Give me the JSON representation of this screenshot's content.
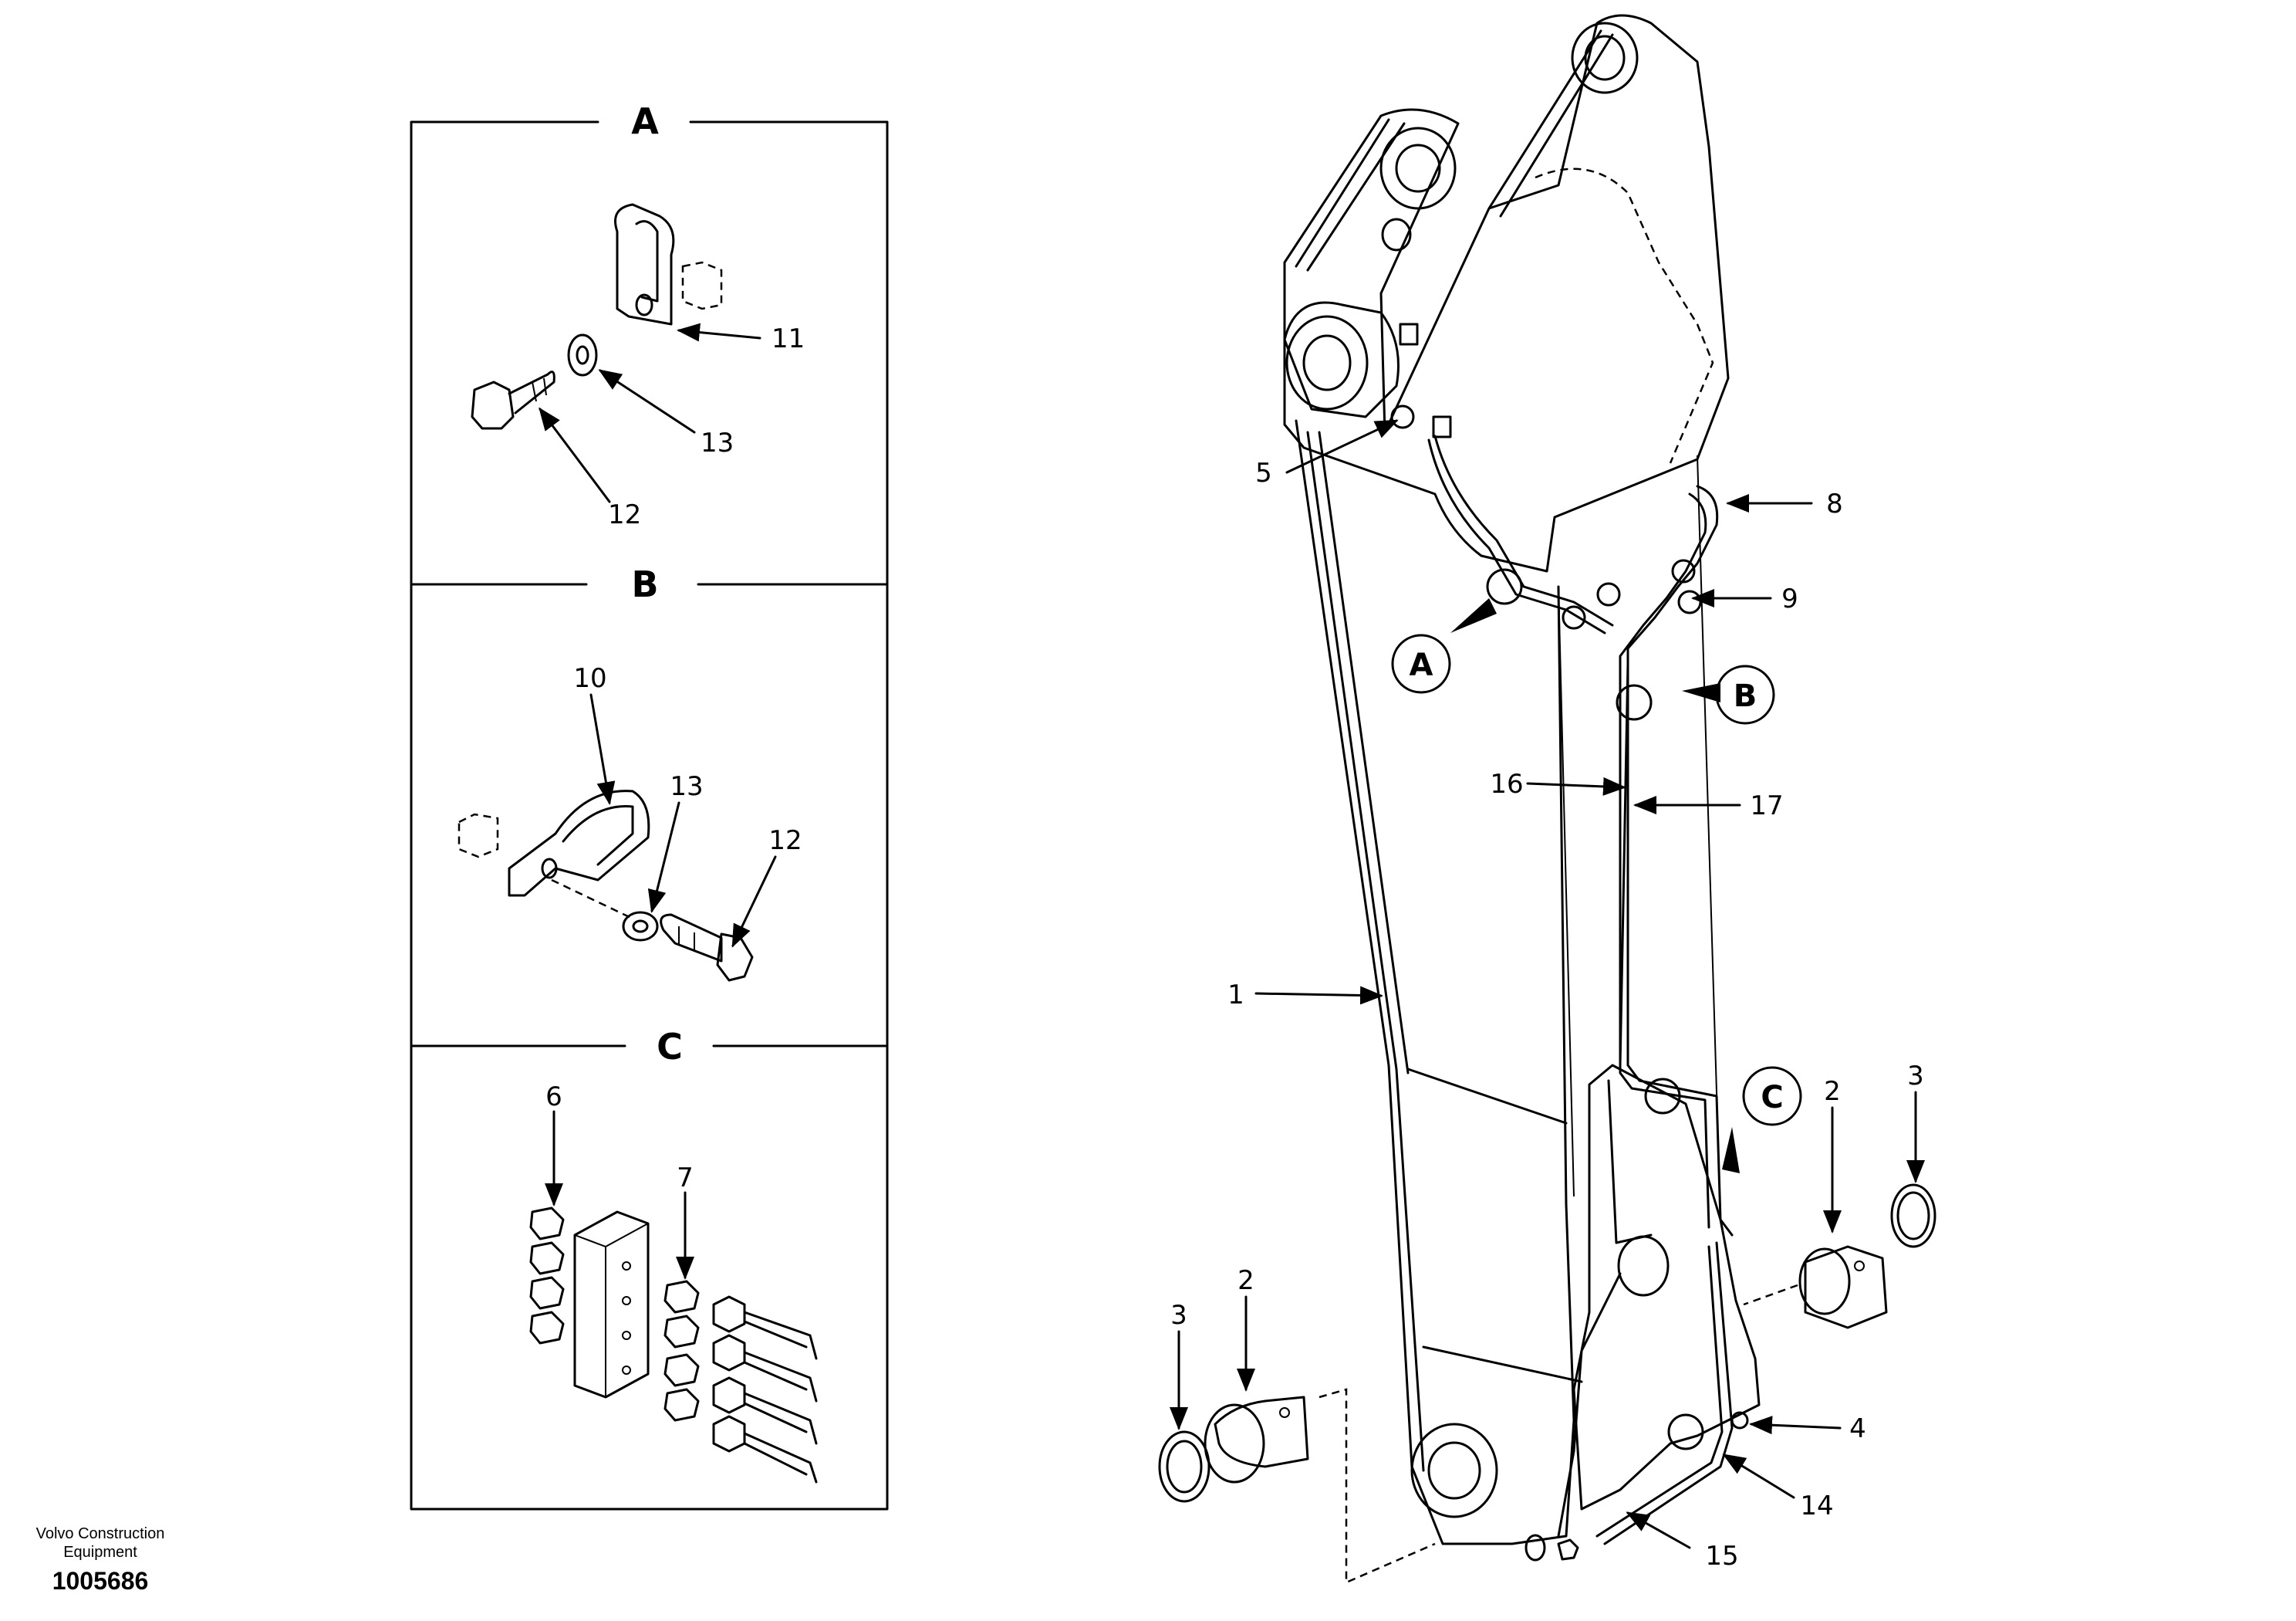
{
  "footer": {
    "company_line1": "Volvo Construction",
    "company_line2": "Equipment",
    "drawing_number": "1005686"
  },
  "detail_views": [
    {
      "label": "A",
      "parts": [
        "11",
        "13",
        "12"
      ]
    },
    {
      "label": "B",
      "parts": [
        "10",
        "13",
        "12"
      ]
    },
    {
      "label": "C",
      "parts": [
        "6",
        "7"
      ]
    }
  ],
  "callouts": {
    "p1": "1",
    "p2a": "2",
    "p2b": "2",
    "p3a": "3",
    "p3b": "3",
    "p4": "4",
    "p5": "5",
    "p8": "8",
    "p9": "9",
    "p14": "14",
    "p15": "15",
    "p16": "16",
    "p17": "17",
    "a11": "11",
    "a13": "13",
    "a12": "12",
    "b10": "10",
    "b13": "13",
    "b12": "12",
    "c6": "6",
    "c7": "7"
  },
  "view_markers": {
    "A": "A",
    "B": "B",
    "C": "C"
  }
}
